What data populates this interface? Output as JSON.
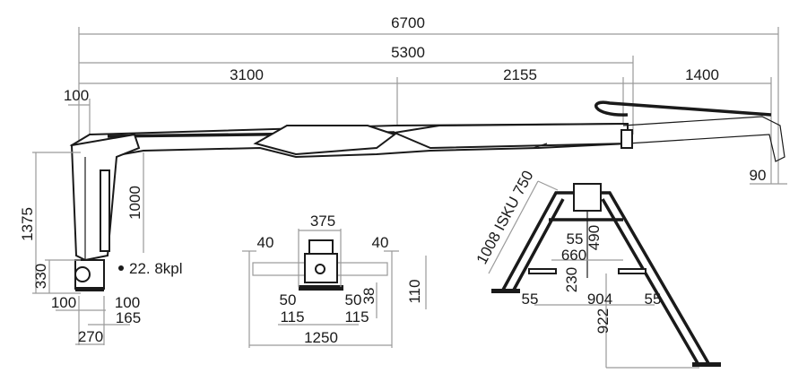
{
  "diagram": {
    "top_dims": {
      "total": "6700",
      "reach": "5300",
      "boom1": "3100",
      "boom2": "2155",
      "jib": "1400",
      "offset": "100"
    },
    "column_dims": {
      "height": "1375",
      "boom_height": "1000",
      "base_height": "330",
      "weight": "22. 8kpl",
      "left": "100",
      "right": "100",
      "right2": "165",
      "width": "270"
    },
    "base_dims": {
      "width": "375",
      "left_gap": "40",
      "right_gap": "40",
      "plate_left": "50",
      "plate_right": "50",
      "plate_h": "38",
      "bolt_left": "115",
      "bolt_right": "115",
      "total": "1250",
      "height": "110"
    },
    "stand_dims": {
      "leg": "1008 ISKU 750",
      "top": "55",
      "h490": "490",
      "w660": "660",
      "h230": "230",
      "foot_left": "55",
      "span": "904",
      "foot_right": "55",
      "h922": "922"
    },
    "hook_offset": "90"
  }
}
